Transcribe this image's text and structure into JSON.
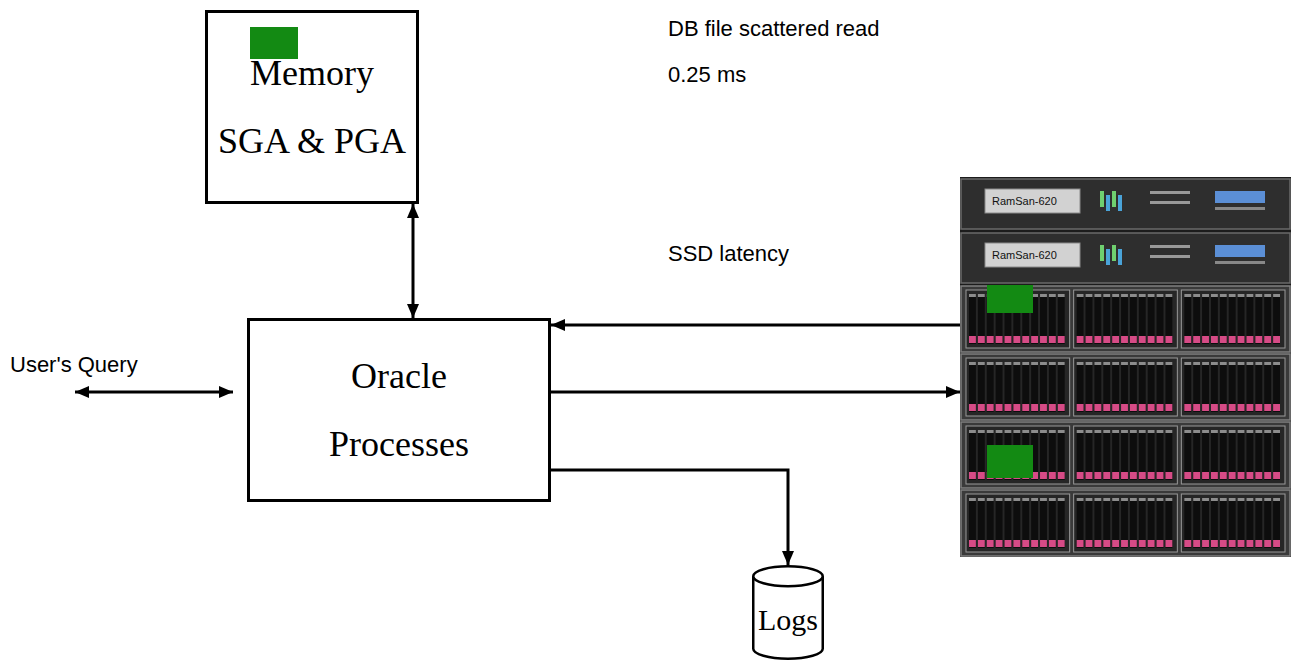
{
  "diagram": {
    "nodes": [
      {
        "text": [
          "Memory SGA & PGA"
        ]
      },
      {
        "text": [
          "Oracle Processes"
        ]
      },
      {
        "text": [
          "RamSan-620",
          "RamSan-620"
        ]
      },
      {
        "text": [
          "Logs"
        ]
      }
    ],
    "edges": [
      {
        "from": 0,
        "to": 1,
        "arrow": "both"
      },
      {
        "from": 2,
        "to": 1,
        "arrow": "to"
      },
      {
        "from": 1,
        "to": 2,
        "arrow": "to"
      },
      {
        "from": 1,
        "to": 3,
        "arrow": "to"
      }
    ],
    "labels": [
      "DB file scattered read",
      "0.25 ms",
      "SSD latency",
      "User's Query"
    ]
  }
}
